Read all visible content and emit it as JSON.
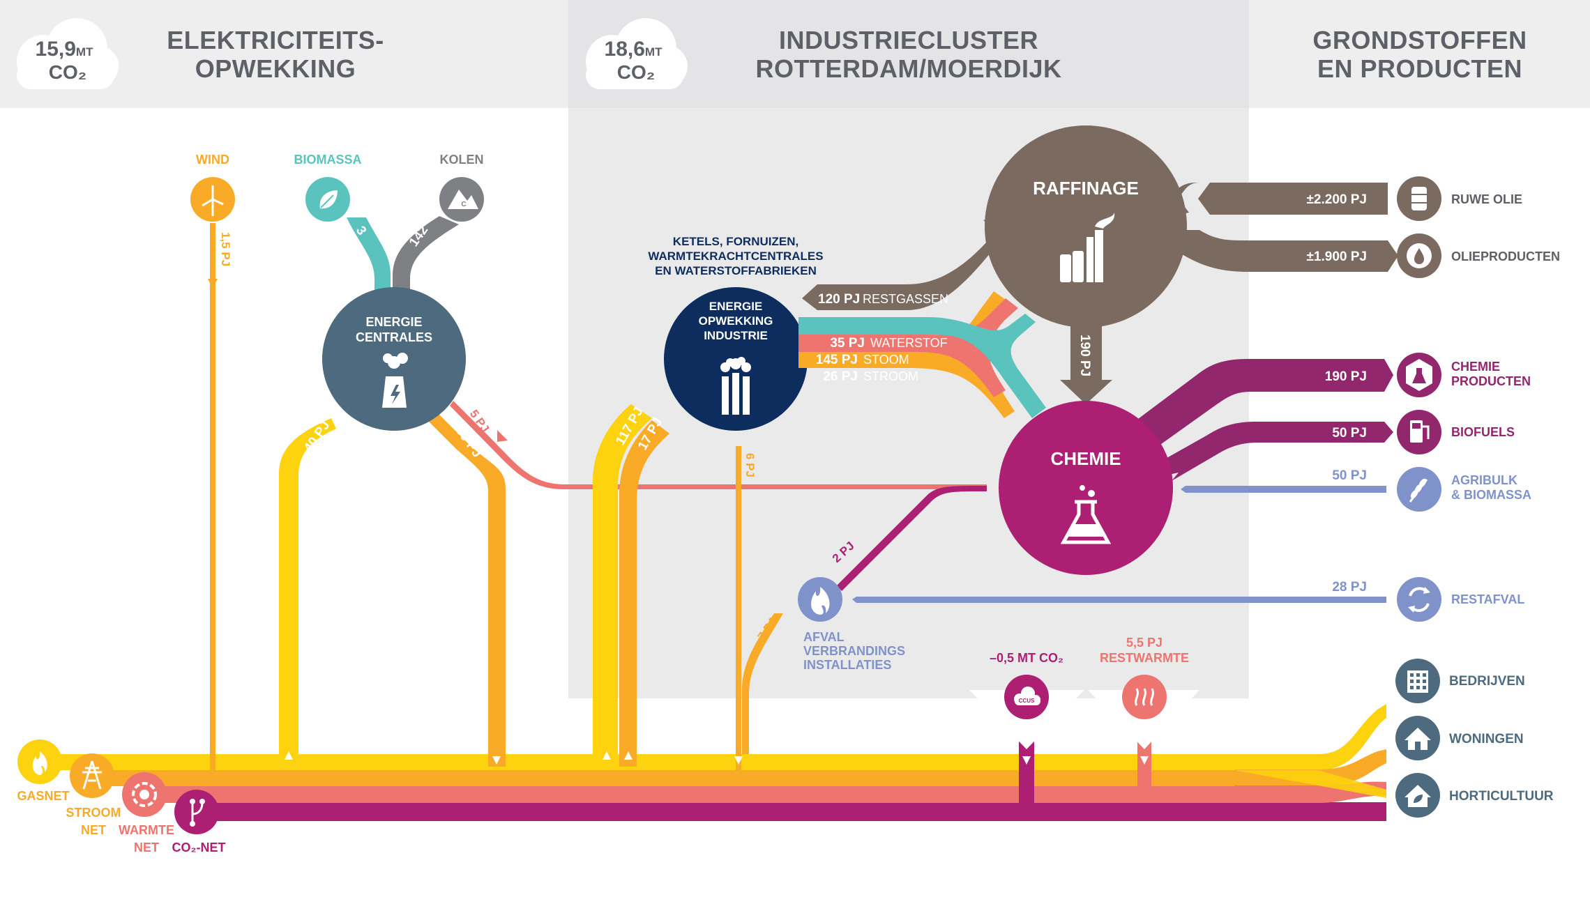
{
  "colors": {
    "yellow": "#FDD20E",
    "orange": "#F9AA26",
    "salmon": "#EE7470",
    "magenta": "#AD1F73",
    "brown": "#7A6A5F",
    "teal": "#5BC3BE",
    "gray": "#7F8084",
    "slate": "#4D6A7E",
    "navy": "#0D2D5E",
    "lavender": "#7F92CA",
    "purple": "#92276E",
    "header_bg": "#EEEEEF",
    "cluster_bg": "#E4E4E6"
  },
  "headers": {
    "left": {
      "co2_value": "15,9",
      "co2_unit": "MT",
      "co2_label": "CO₂",
      "title_line1": "ELEKTRICITEITS-",
      "title_line2": "OPWEKKING"
    },
    "middle": {
      "co2_value": "18,6",
      "co2_unit": "MT",
      "co2_label": "CO₂",
      "title_line1": "INDUSTRIECLUSTER",
      "title_line2": "ROTTERDAM/MOERDIJK"
    },
    "right": {
      "title_line1": "GRONDSTOFFEN",
      "title_line2": "EN PRODUCTEN"
    }
  },
  "sources": {
    "wind": {
      "label": "WIND",
      "flow": "1,5 PJ",
      "icon": "wind-turbine-icon"
    },
    "biomassa": {
      "label": "BIOMASSA",
      "flow": "3",
      "icon": "leaf-icon"
    },
    "kolen": {
      "label": "KOLEN",
      "flow": "142",
      "icon": "coal-icon"
    }
  },
  "nodes": {
    "energiecentrales": {
      "line1": "ENERGIE",
      "line2": "CENTRALES",
      "icon": "power-plant-icon"
    },
    "energie_industrie": {
      "caption1": "KETELS, FORNUIZEN,",
      "caption2": "WARMTEKRACHTCENTRALES",
      "caption3": "EN WATERSTOFFABRIEKEN",
      "line1": "ENERGIE",
      "line2": "OPWEKKING",
      "line3": "INDUSTRIE",
      "icon": "factory-icon"
    },
    "raffinage": {
      "label": "RAFFINAGE",
      "icon": "refinery-icon"
    },
    "chemie": {
      "label": "CHEMIE",
      "icon": "flask-icon"
    },
    "afval": {
      "line1": "AFVAL",
      "line2": "VERBRANDINGS",
      "line3": "INSTALLATIES",
      "icon": "flame-icon"
    }
  },
  "flows": {
    "restgassen_value": "120 PJ",
    "restgassen_label": "RESTGASSEN",
    "waterstof_value": "35 PJ",
    "waterstof_label": "WATERSTOF",
    "stoom_value": "145 PJ",
    "stoom_label": "STOOM",
    "stroom_value": "26 PJ",
    "stroom_label": "STROOM",
    "raffinage_chemie": "190 PJ",
    "centrales_up": "40 PJ",
    "centrales_down": "80 PJ",
    "centrales_salmon": "5 PJ",
    "industrie_up1": "117 PJ",
    "industrie_up2": "17 PJ",
    "industrie_down": "6 PJ",
    "afval_to_chemie": "2 PJ",
    "afval_up": "7 PJ"
  },
  "products": {
    "ruwe_olie": {
      "value": "±2.200 PJ",
      "label": "RUWE OLIE",
      "icon": "oil-barrel-icon"
    },
    "olieproducten": {
      "value": "±1.900 PJ",
      "label": "OLIEPRODUCTEN",
      "icon": "oil-drop-icon"
    },
    "chemie_producten": {
      "value": "190 PJ",
      "line1": "CHEMIE",
      "line2": "PRODUCTEN",
      "icon": "chemistry-icon"
    },
    "biofuels": {
      "value": "50 PJ",
      "label": "BIOFUELS",
      "icon": "fuel-pump-icon"
    },
    "agribulk": {
      "value": "50 PJ",
      "line1": "AGRIBULK",
      "line2": "& BIOMASSA",
      "icon": "wheat-icon"
    },
    "restafval": {
      "value": "28 PJ",
      "label": "RESTAFVAL",
      "icon": "recycle-icon"
    }
  },
  "ccus": {
    "label": "–0,5 MT CO₂",
    "icon_text": "CCUS",
    "icon": "ccus-cloud-icon"
  },
  "restwarmte": {
    "value": "5,5 PJ",
    "label": "RESTWARMTE",
    "icon": "heat-icon"
  },
  "consumers": {
    "bedrijven": {
      "label": "BEDRIJVEN",
      "icon": "office-building-icon"
    },
    "woningen": {
      "label": "WONINGEN",
      "icon": "house-icon"
    },
    "horticultuur": {
      "label": "HORTICULTUUR",
      "icon": "greenhouse-icon"
    }
  },
  "networks": {
    "gasnet": {
      "label": "GASNET",
      "icon": "gas-flame-icon"
    },
    "stroomnet": {
      "line1": "STROOM",
      "line2": "NET",
      "icon": "power-pylon-icon"
    },
    "warmtenet": {
      "line1": "WARMTE",
      "line2": "NET",
      "icon": "heat-network-icon"
    },
    "co2net": {
      "label": "CO₂-NET",
      "icon": "co2-network-icon"
    }
  }
}
